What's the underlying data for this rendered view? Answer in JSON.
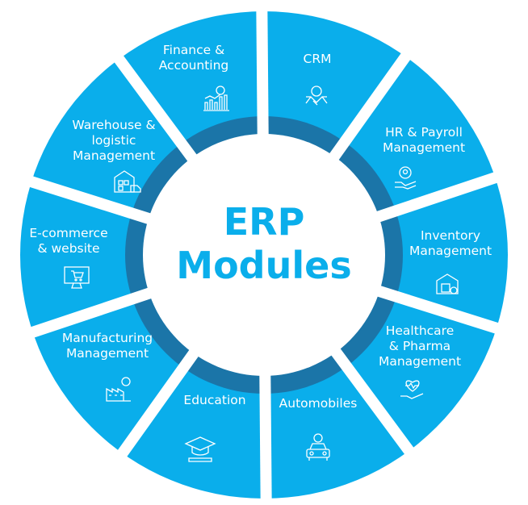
{
  "title": "ERP\nModules",
  "colors": {
    "segment": "#0AAEEB",
    "ring": "#1B75A8",
    "gap": "#FFFFFF"
  },
  "modules": [
    {
      "label": "CRM",
      "icon": "handshake-gear-icon"
    },
    {
      "label": "HR & Payroll\nManagement",
      "icon": "person-hand-icon"
    },
    {
      "label": "Inventory\nManagement",
      "icon": "warehouse-icon"
    },
    {
      "label": "Healthcare\n& Pharma\nManagement",
      "icon": "heart-hand-icon"
    },
    {
      "label": "Automobiles",
      "icon": "car-gear-icon"
    },
    {
      "label": "Education",
      "icon": "graduation-cap-icon"
    },
    {
      "label": "Manufacturing\nManagement",
      "icon": "factory-icon"
    },
    {
      "label": "E-commerce\n& website",
      "icon": "monitor-cart-icon"
    },
    {
      "label": "Warehouse &\nlogistic\nManagement",
      "icon": "warehouse-truck-icon"
    },
    {
      "label": "Finance &\nAccounting",
      "icon": "finance-chart-icon"
    }
  ]
}
